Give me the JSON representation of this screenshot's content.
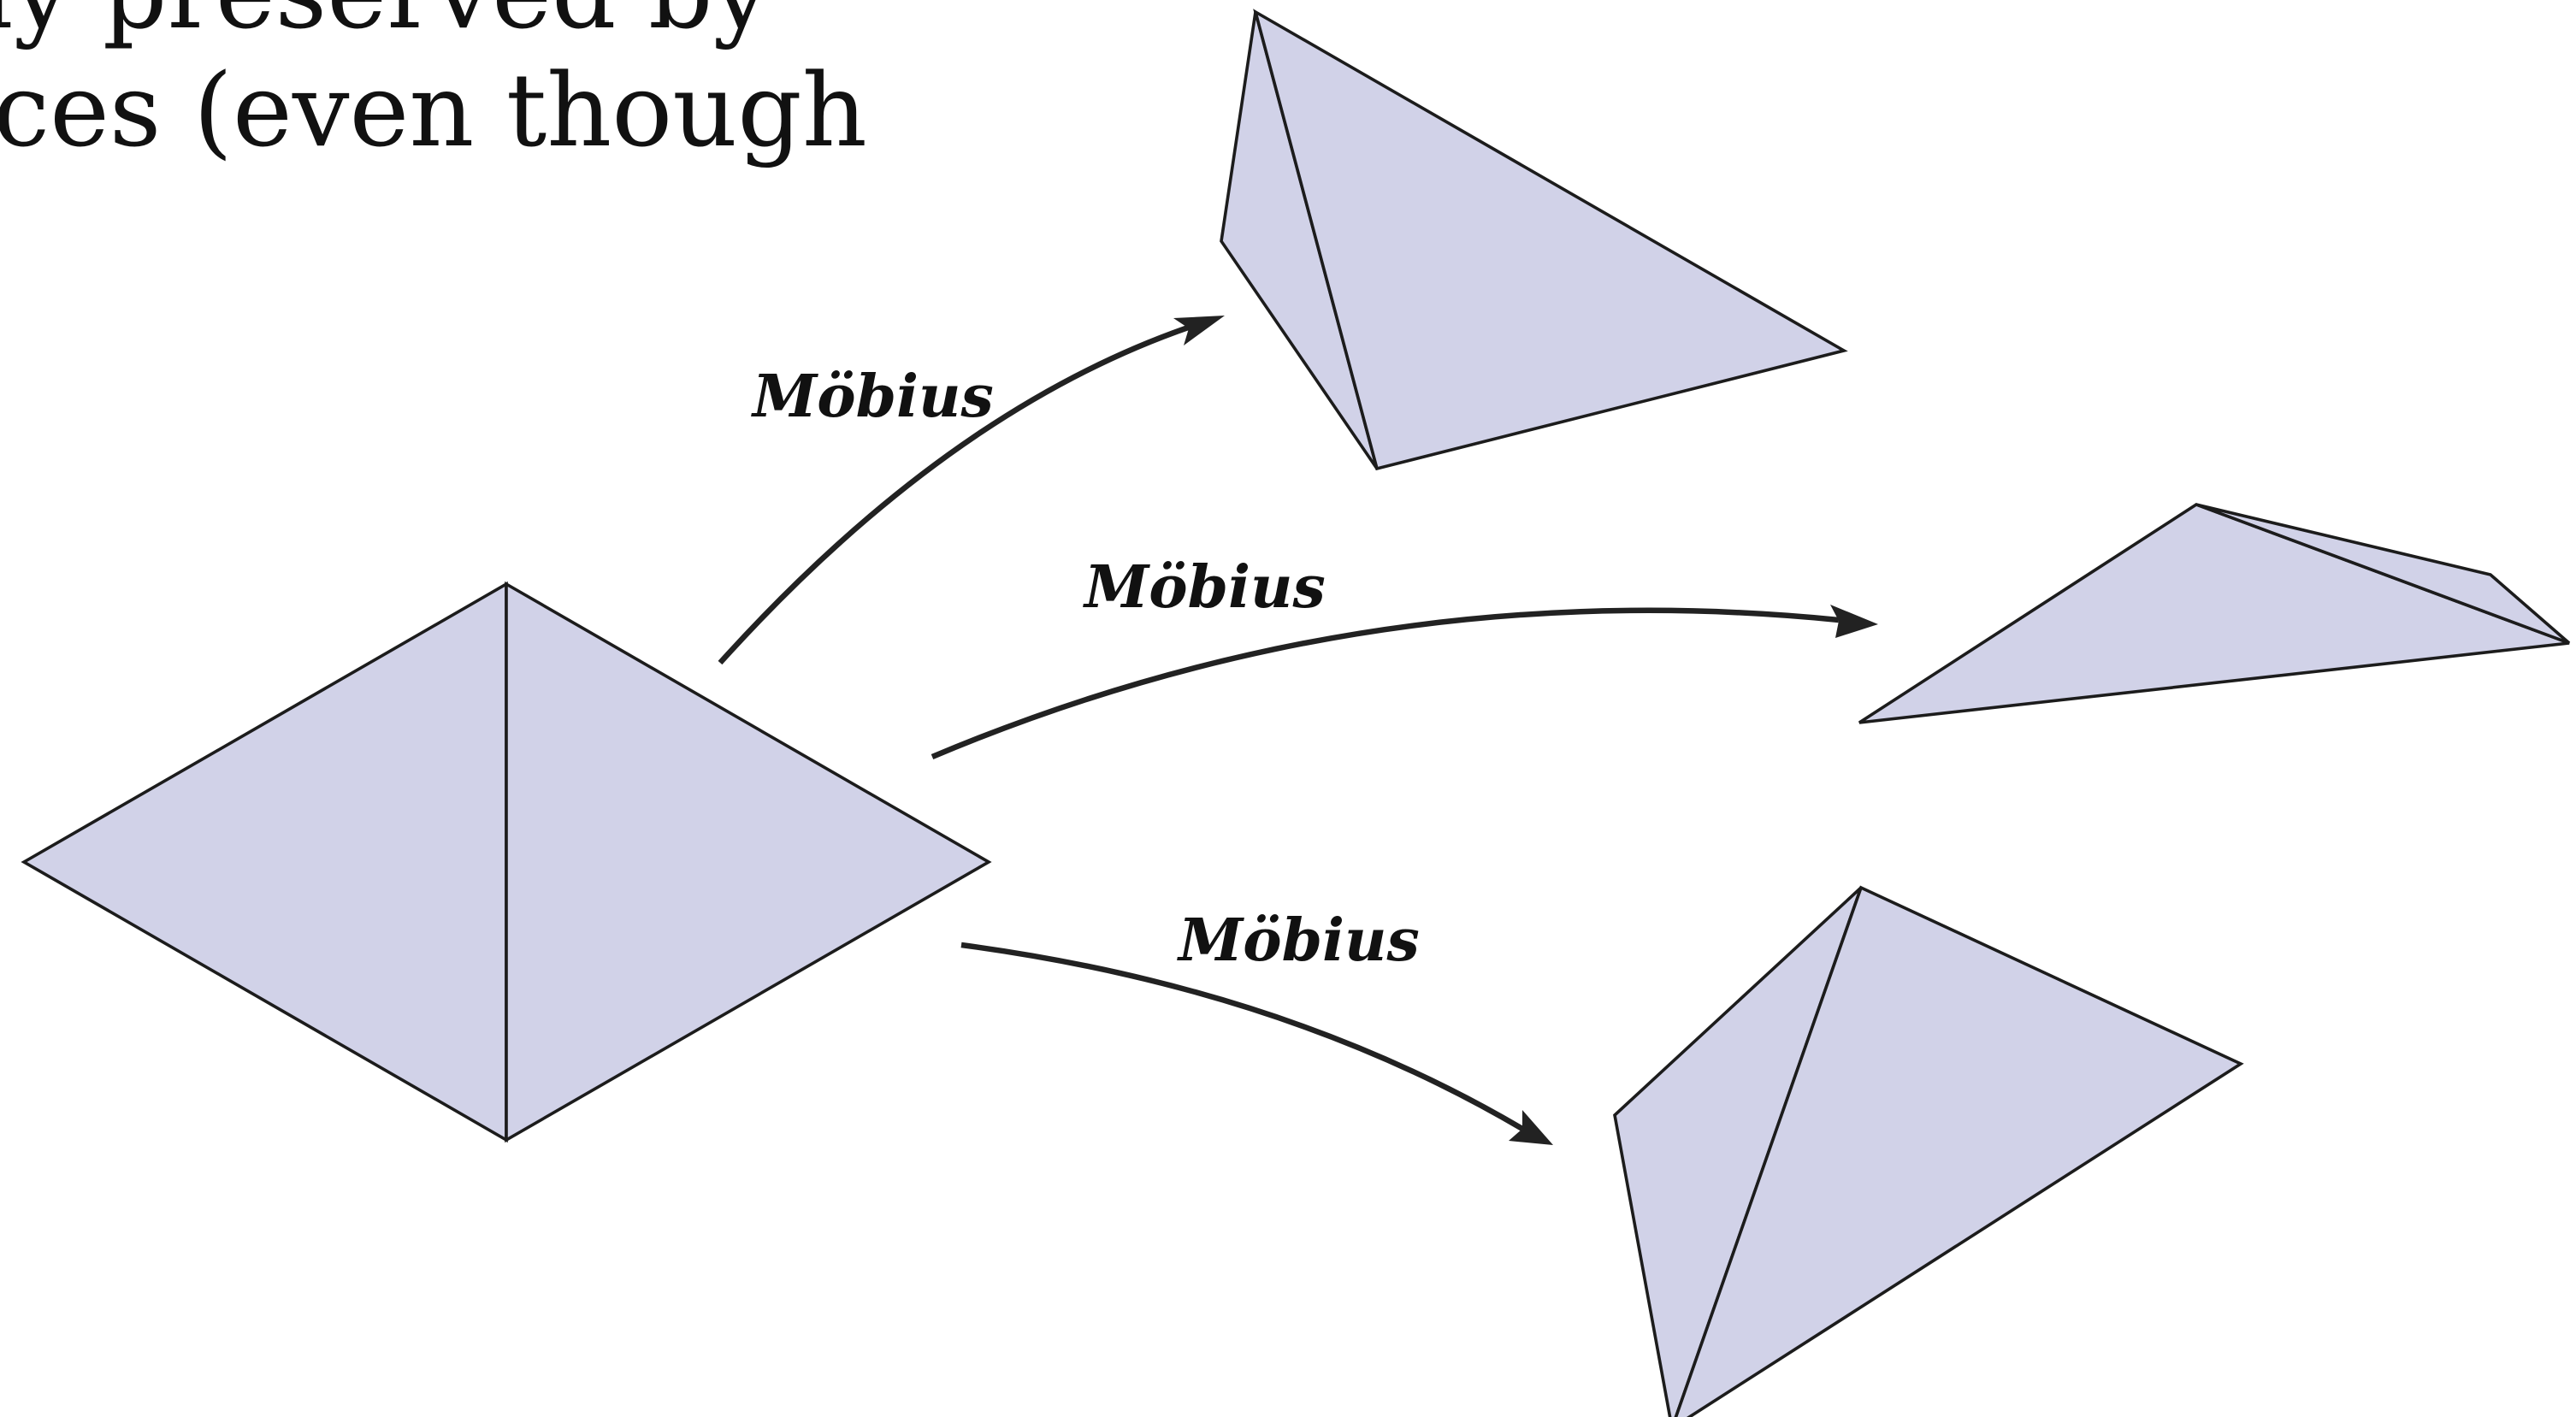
{
  "header_text": {
    "line1": "ly preserved by",
    "line2": "ces (even though"
  },
  "arrows": {
    "top_label": "Möbius",
    "middle_label": "Möbius",
    "bottom_label": "Möbius"
  },
  "colors": {
    "triangle_fill": "#d1d2e8",
    "stroke": "#1c1c1c",
    "arrow": "#222222"
  }
}
